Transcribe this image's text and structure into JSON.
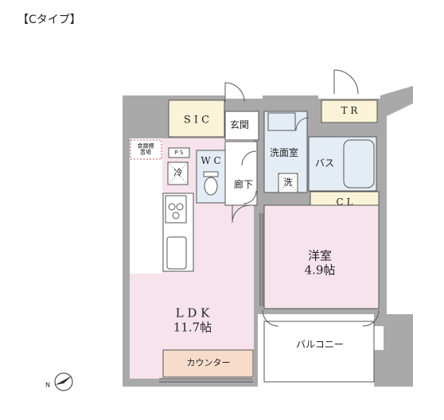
{
  "plan": {
    "type_label": "【Cタイプ】",
    "rooms": {
      "sic": "S I C",
      "entrance": "玄関",
      "tr": "T R",
      "washroom": "洗面室",
      "bath": "バス",
      "wc": "W C",
      "corridor": "廊下",
      "washer": "洗",
      "refrigerator": "冷",
      "closet": "C L",
      "pantry": "食器棚\n置場",
      "ps": "P S",
      "western_room": "洋室",
      "western_room_size": "4.9帖",
      "ldk": "L D K",
      "ldk_size": "11.7帖",
      "counter": "カウンター",
      "balcony": "バルコニー"
    },
    "compass_label": "N"
  },
  "colors": {
    "wall": "#a9a9a9",
    "ldk_floor": "#f6e3ec",
    "room_floor": "#f6e3ec",
    "wet_floor": "#e4edf6",
    "storage": "#fbf3d8",
    "counter": "#f7dccb",
    "line": "#555555"
  }
}
